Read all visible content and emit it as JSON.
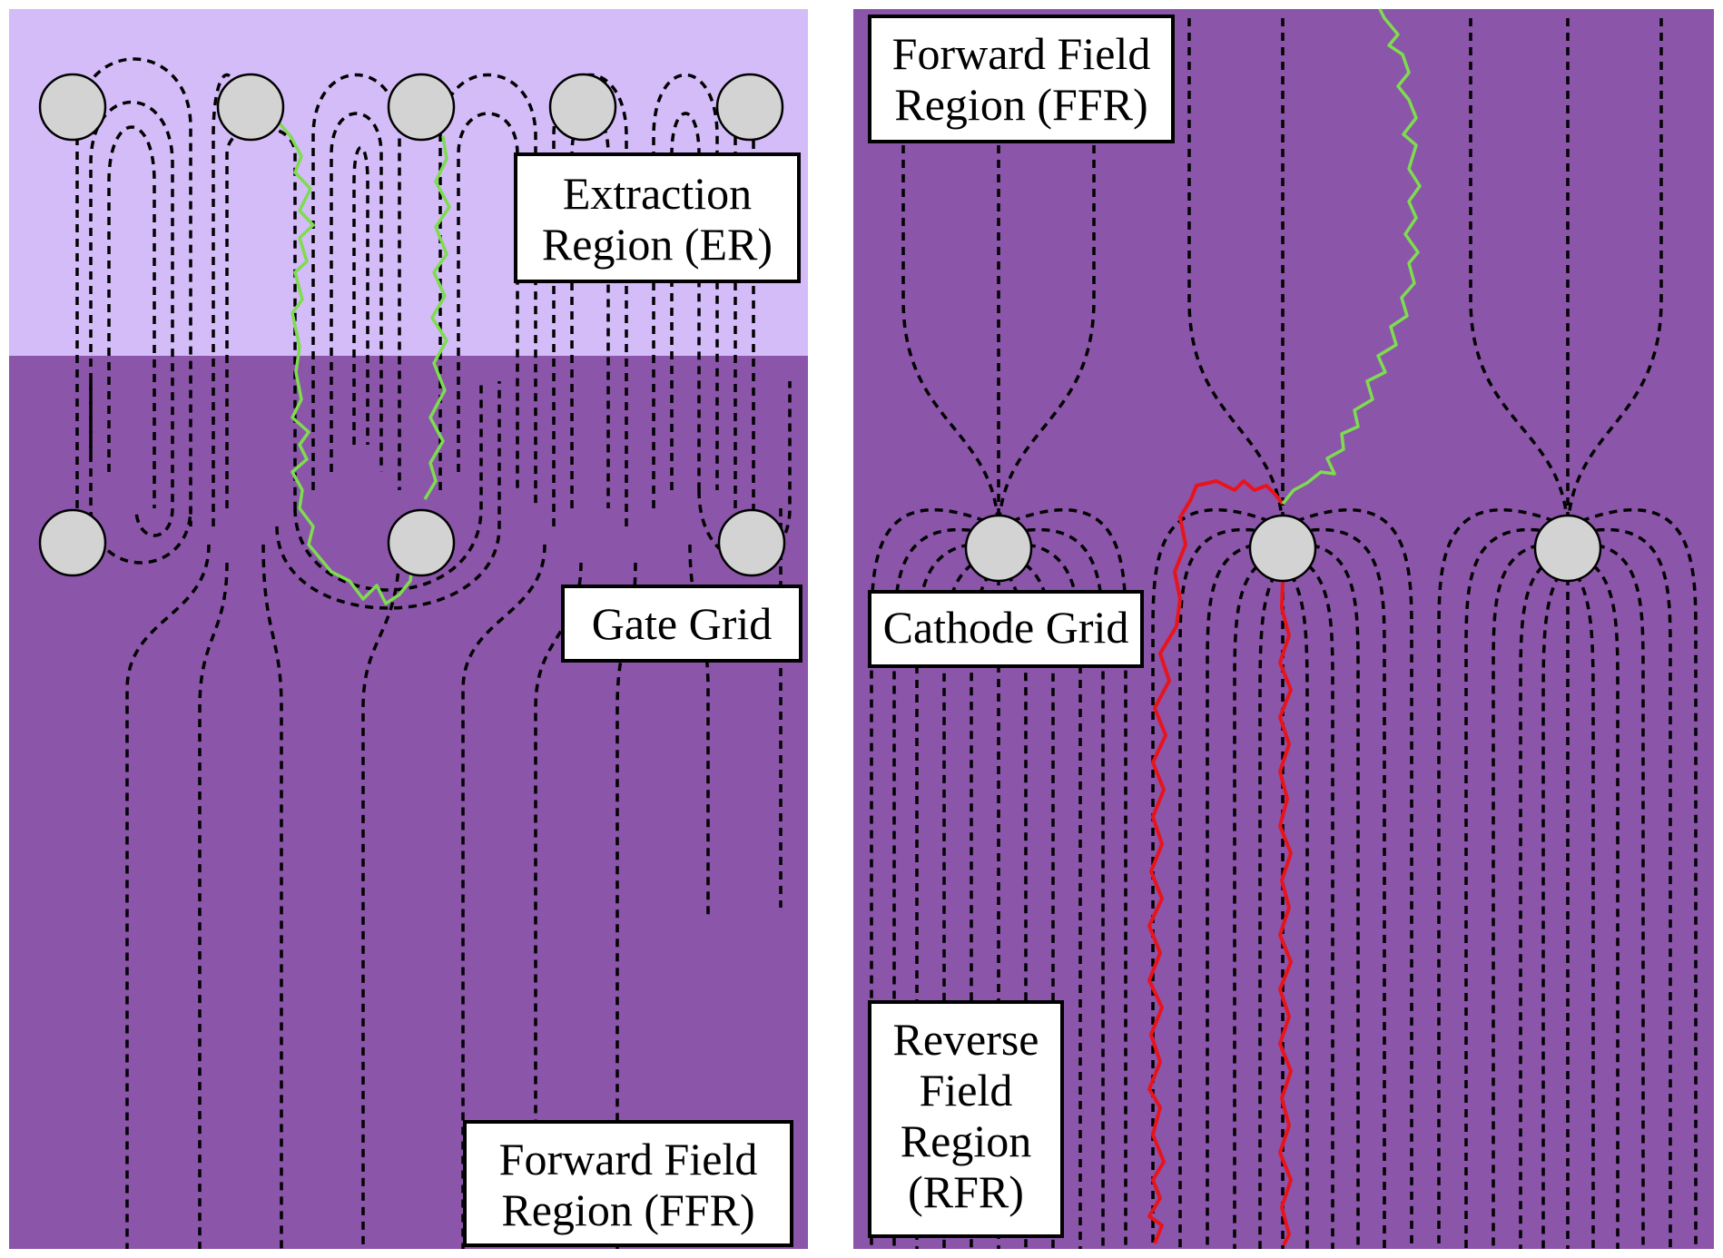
{
  "colors": {
    "extraction_bg": "#d4bcf9",
    "liquid_bg": "#8b55a9",
    "wire_fill": "#d3d3d3",
    "electron_track": "#7ddc4f",
    "reverse_track": "#e8141c"
  },
  "left_panel": {
    "labels": {
      "extraction": [
        "Extraction",
        "Region (ER)"
      ],
      "gate": [
        "Gate Grid"
      ],
      "ffr": [
        "Forward Field",
        "Region (FFR)"
      ]
    }
  },
  "right_panel": {
    "labels": {
      "ffr": [
        "Forward Field",
        "Region (FFR)"
      ],
      "cathode": [
        "Cathode Grid"
      ],
      "rfr": [
        "Reverse",
        "Field",
        "Region",
        "(RFR)"
      ]
    }
  }
}
